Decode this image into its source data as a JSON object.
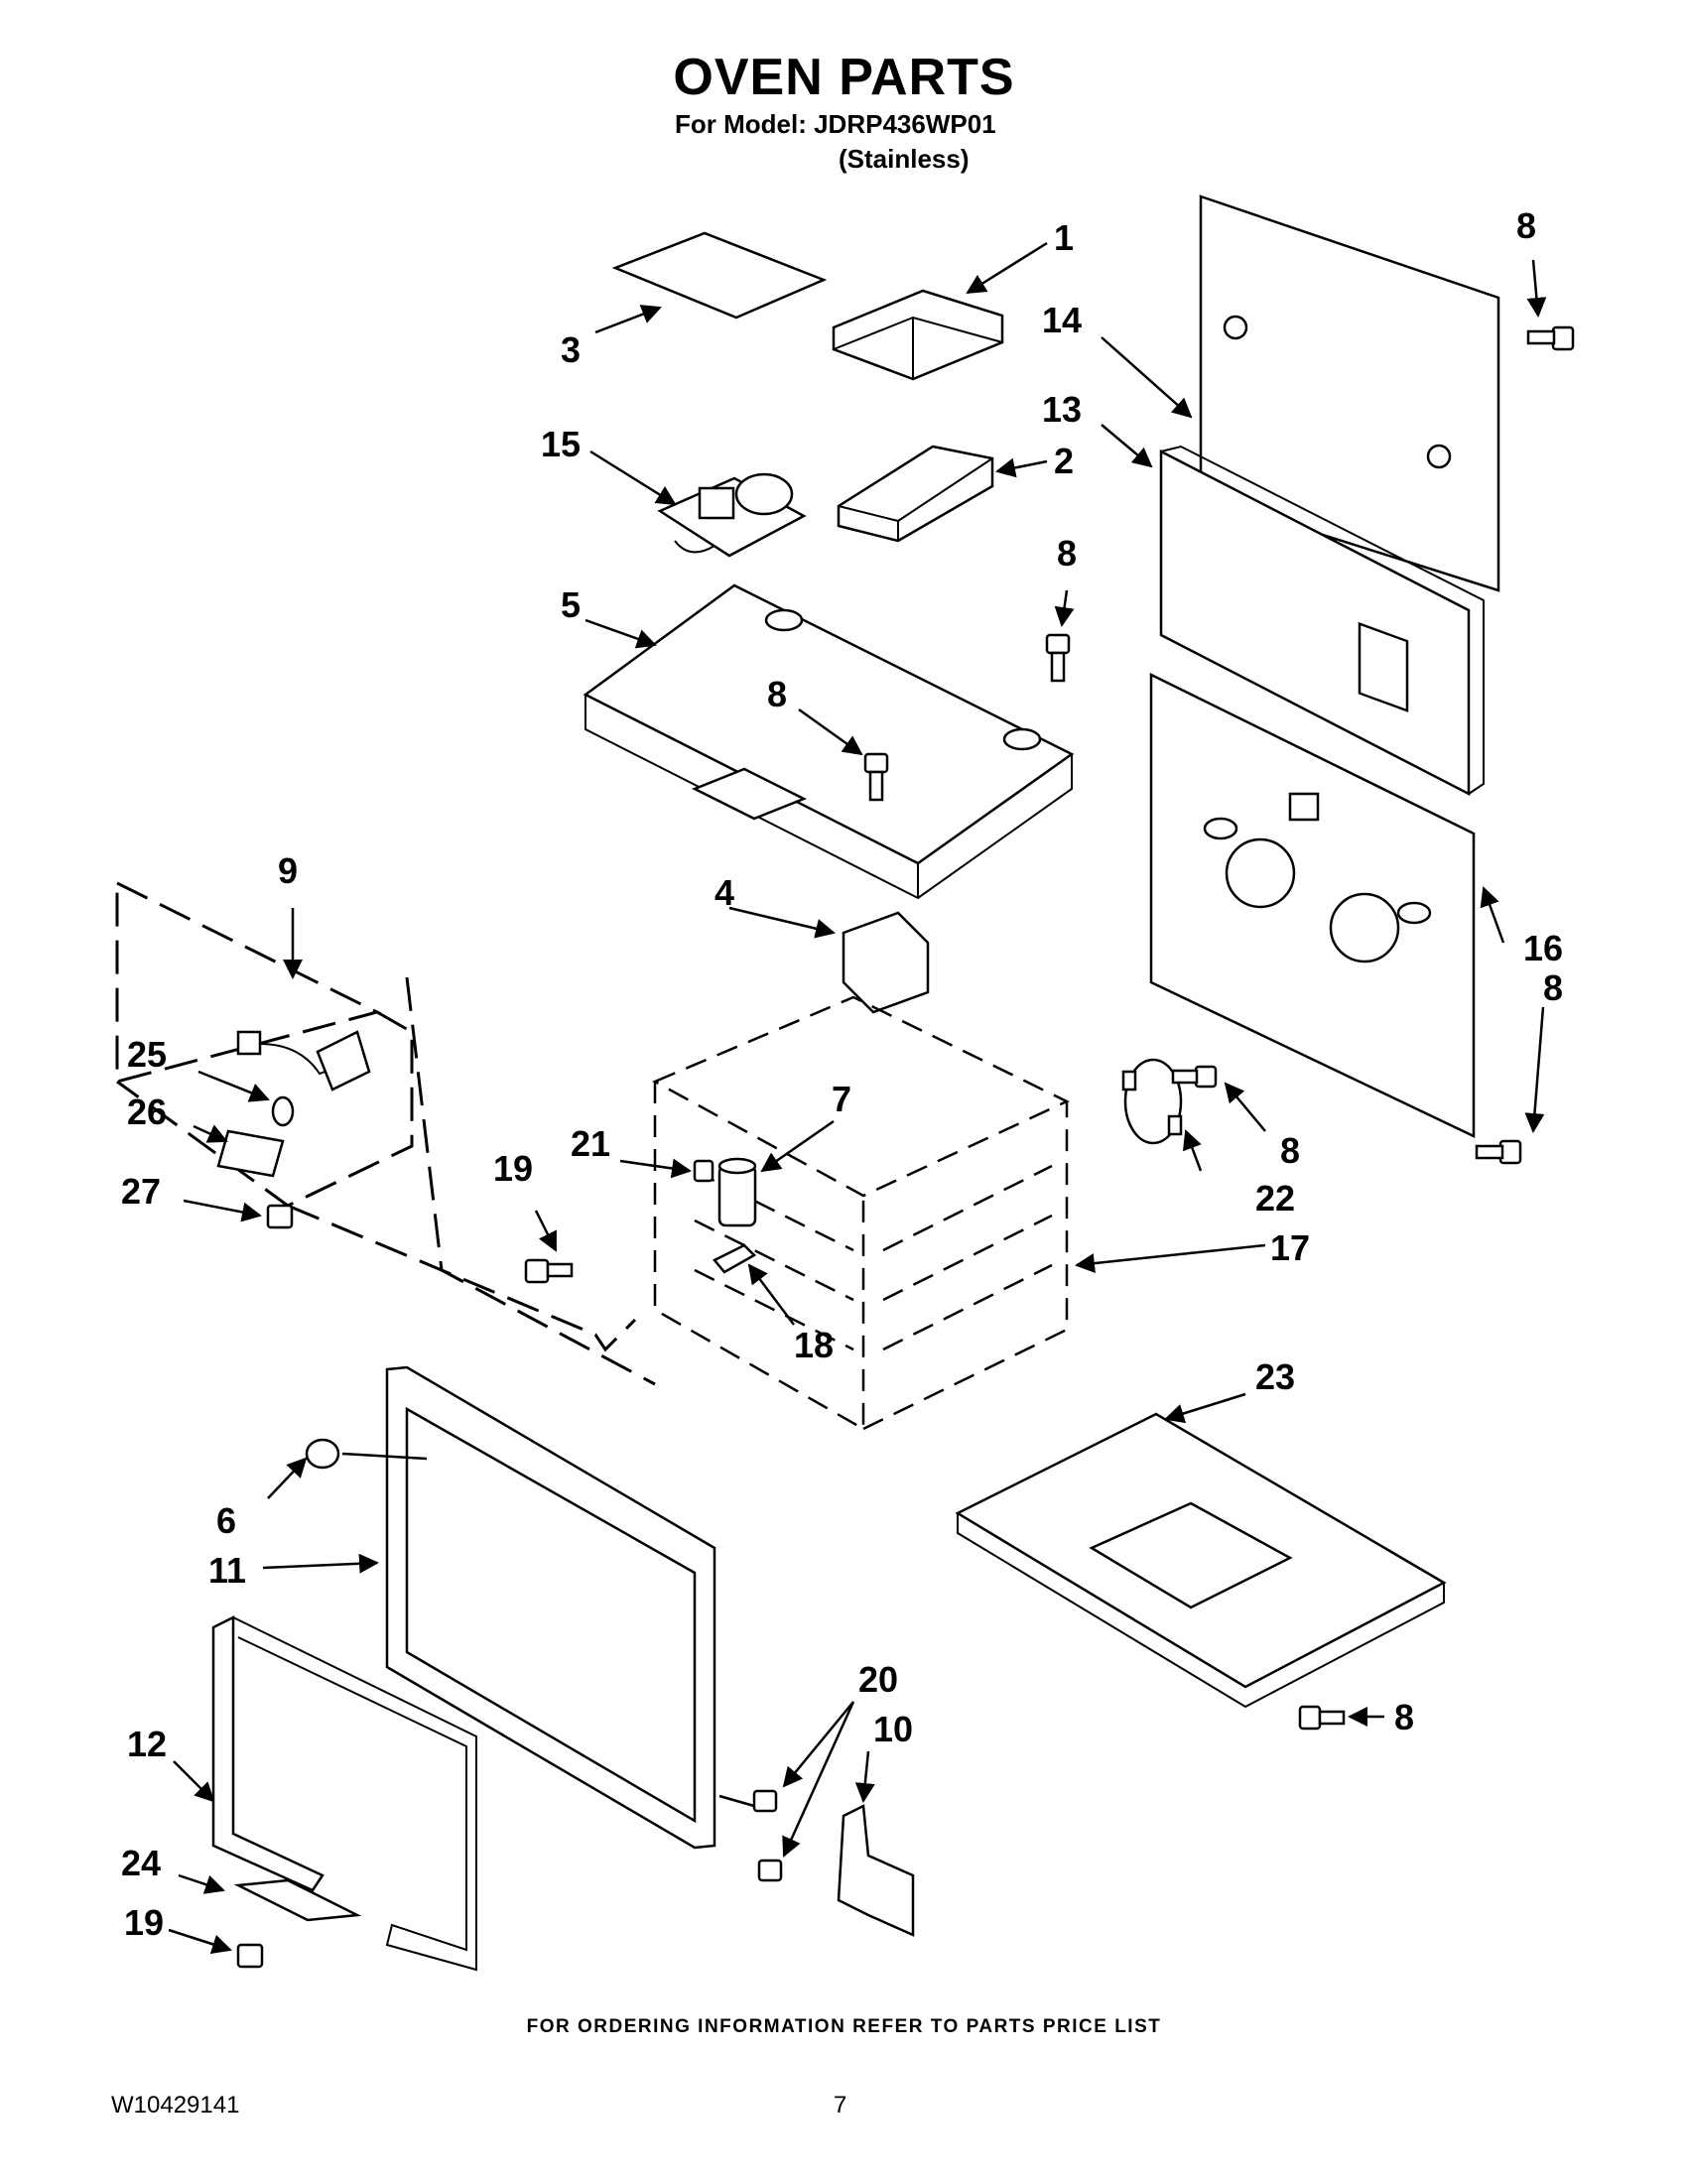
{
  "header": {
    "title": "OVEN PARTS",
    "model_line": "For Model: JDRP436WP01",
    "finish_line": "(Stainless)"
  },
  "callouts": [
    "1",
    "2",
    "3",
    "4",
    "5",
    "6",
    "7",
    "8",
    "9",
    "10",
    "11",
    "12",
    "13",
    "14",
    "15",
    "16",
    "17",
    "18",
    "19",
    "20",
    "21",
    "22",
    "23",
    "24",
    "25",
    "26",
    "27"
  ],
  "footer": {
    "ordering_note": "FOR ORDERING INFORMATION REFER TO PARTS PRICE LIST",
    "document_number": "W10429141",
    "page_number": "7"
  }
}
